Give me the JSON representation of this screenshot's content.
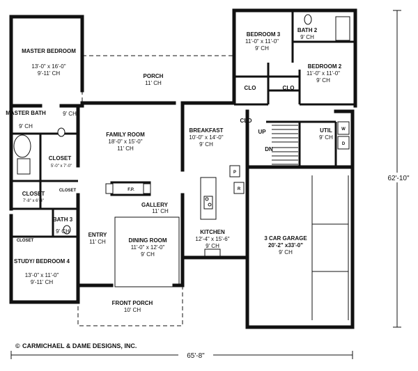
{
  "rooms": {
    "master_bedroom": {
      "name": "MASTER BEDROOM",
      "size": "13'-0\" x 16'-0\"",
      "ch": "9'-11' CH"
    },
    "porch": {
      "name": "PORCH",
      "ch": "11' CH"
    },
    "bedroom3": {
      "name": "BEDROOM 3",
      "size": "11'-0\" x 11'-0\"",
      "ch": "9' CH"
    },
    "bath2": {
      "name": "BATH 2",
      "ch": "9' CH"
    },
    "bedroom2": {
      "name": "BEDROOM 2",
      "size": "11'-0\" x 11'-0\"",
      "ch": "9' CH"
    },
    "master_bath": {
      "name": "MASTER BATH",
      "ch": "9' CH"
    },
    "hall_ch": "9' CH",
    "family_room": {
      "name": "FAMILY ROOM",
      "size": "18'-0\" x 15'-0\"",
      "ch": "11' CH"
    },
    "breakfast": {
      "name": "BREAKFAST",
      "size": "10'-0\" x 14'-0\"",
      "ch": "9' CH"
    },
    "util": {
      "name": "UTIL",
      "ch": "9' CH"
    },
    "closet1": {
      "name": "CLOSET",
      "size": "5'-0\" x 7'-0\""
    },
    "closet2": {
      "name": "CLOSET",
      "size": "7'-8\" x 6'-4\""
    },
    "closet_small1": "CLOSET",
    "closet_small2": "CLOSET",
    "gallery": {
      "name": "GALLERY",
      "ch": "11' CH"
    },
    "bath3": {
      "name": "BATH 3",
      "ch": "9' CH"
    },
    "entry": {
      "name": "ENTRY",
      "ch": "11' CH"
    },
    "dining": {
      "name": "DINING ROOM",
      "size": "11'-0\" x 12'-0\"",
      "ch": "9' CH"
    },
    "kitchen": {
      "name": "KITCHEN",
      "size": "12'-4\" x 15'-6\"",
      "ch": "9' CH"
    },
    "garage": {
      "name": "3 CAR GARAGE",
      "size": "20'-2\" x33'-0\"",
      "ch": "9' CH"
    },
    "study": {
      "name": "STUDY/ BEDROOM 4",
      "size": "13'-0\" x 11'-0\"",
      "ch": "9'-11' CH"
    },
    "front_porch": {
      "name": "FRONT PORCH",
      "ch": "10' CH"
    }
  },
  "labels": {
    "clo_a": "CLO",
    "clo_b": "CLO",
    "clo_c": "CLO",
    "up": "UP",
    "dn": "DN",
    "fp": "F.P.",
    "w": "W",
    "d": "D",
    "p": "P",
    "r": "R"
  },
  "dimensions": {
    "width": "65'-8\"",
    "depth": "62'-10\""
  },
  "credit": "CARMICHAEL & DAME DESIGNS, INC.",
  "credit_mark": "©"
}
